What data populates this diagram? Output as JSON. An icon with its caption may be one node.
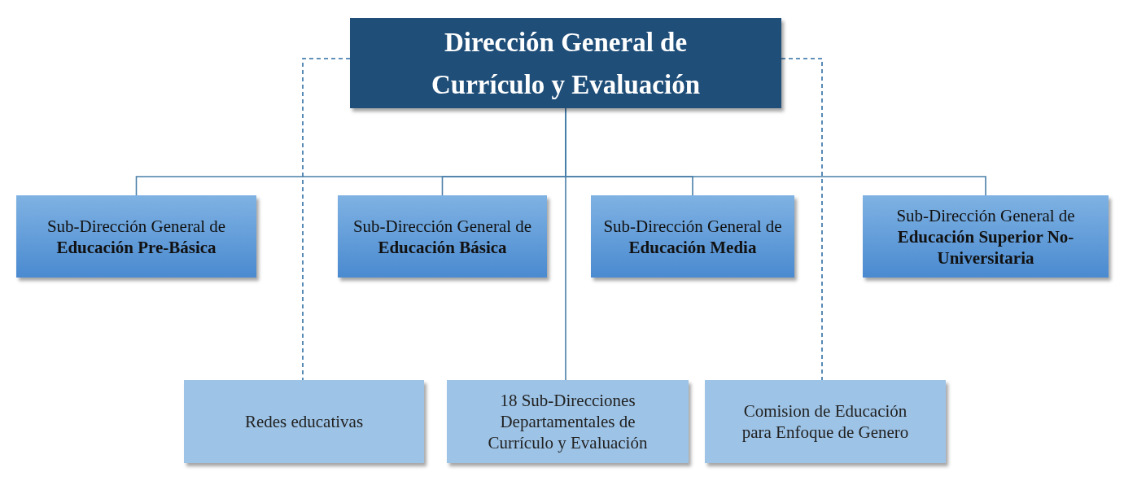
{
  "diagram": {
    "nodes": [
      {
        "text": [
          "Dirección General de Currículo y Evaluación"
        ]
      },
      {
        "text": [
          "Sub-Dirección General de **Educación Pre-Básica**"
        ]
      },
      {
        "text": [
          "Sub-Dirección General de **Educación Básica**"
        ]
      },
      {
        "text": [
          "Sub-Dirección General de **Educación Media**"
        ]
      },
      {
        "text": [
          "Sub-Dirección General de **Educación Superior No-Universitaria**"
        ]
      },
      {
        "text": [
          "Redes educativas"
        ]
      },
      {
        "text": [
          "18 Sub-Direcciones Departamentales de Currículo y Evaluación"
        ]
      },
      {
        "text": [
          "Comision de Educación para Enfoque de Genero"
        ]
      }
    ],
    "edges": [
      {
        "from": 0,
        "to": 1,
        "arrow": "none"
      },
      {
        "from": 0,
        "to": 2,
        "arrow": "none"
      },
      {
        "from": 0,
        "to": 3,
        "arrow": "none"
      },
      {
        "from": 0,
        "to": 4,
        "arrow": "none"
      },
      {
        "from": 0,
        "to": 5,
        "arrow": "none",
        "style": "dashed"
      },
      {
        "from": 0,
        "to": 6,
        "arrow": "none"
      },
      {
        "from": 0,
        "to": 7,
        "arrow": "none",
        "style": "dashed"
      }
    ]
  }
}
